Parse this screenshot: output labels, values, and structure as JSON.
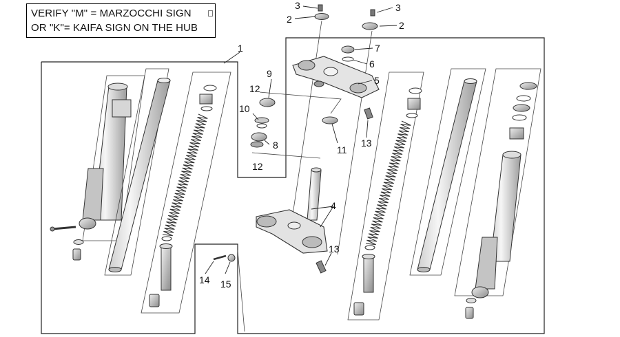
{
  "note": {
    "line1": "VERIFY \"M\" = MARZOCCHI SIGN",
    "line2": "OR \"K\"= KAIFA SIGN ON THE HUB"
  },
  "callouts": {
    "c1": "1",
    "c2a": "2",
    "c2b": "2",
    "c3a": "3",
    "c3b": "3",
    "c4": "4",
    "c5": "5",
    "c6": "6",
    "c7": "7",
    "c8": "8",
    "c9": "9",
    "c10": "10",
    "c11": "11",
    "c12a": "12",
    "c12b": "12",
    "c13a": "13",
    "c13b": "13",
    "c14": "14",
    "c15": "15"
  },
  "colors": {
    "line": "#222222",
    "part_fill": "#e9e9e9",
    "part_dark": "#9a9a9a"
  }
}
